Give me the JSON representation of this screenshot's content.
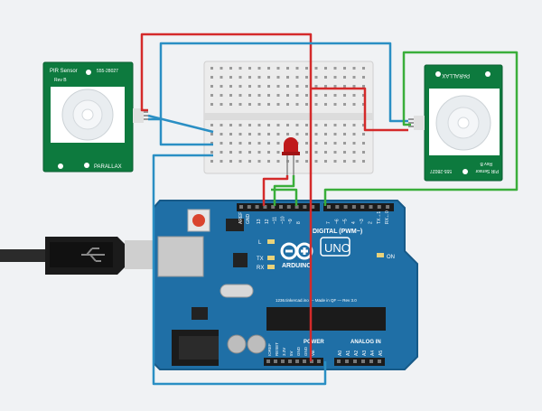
{
  "background": "#f0f2f4",
  "colors": {
    "wire_red": "#d42a2a",
    "wire_blue": "#2a8fc4",
    "wire_green": "#3aae3a",
    "board_blue": "#1f6fa6",
    "sensor_green": "#0d7a3e",
    "led_red": "#c0191b"
  },
  "pir_left": {
    "title": "PIR Sensor",
    "rev": "Rev B",
    "part": "555-28027",
    "brand": "PARALLAX",
    "icon": "pir-sensor-icon"
  },
  "pir_right": {
    "title": "PIR Sensor",
    "rev": "Rev B",
    "part": "555-28027",
    "brand": "PARALLAX",
    "icon": "pir-sensor-icon"
  },
  "arduino": {
    "brand": "ARDUINO",
    "model": "UNO",
    "digital_label": "DIGITAL (PWM~)",
    "analog_label": "ANALOG IN",
    "power_label": "POWER",
    "chip_text": "1236.tinkercad.ino — Made in QF — Rev 3.0",
    "on_label": "ON",
    "tx_label": "TX",
    "rx_label": "RX",
    "l_label": "L",
    "aref_label": "AREF",
    "gnd_label": "GND",
    "digital_pins": [
      "13",
      "12",
      "~11",
      "~10",
      "~9",
      "8",
      "7",
      "~6",
      "~5",
      "4",
      "~3",
      "2",
      "TX→1",
      "RX←0"
    ],
    "power_pins": [
      "IOREF",
      "RESET",
      "3.3V",
      "5V",
      "GND",
      "GND",
      "Vin"
    ],
    "analog_pins": [
      "A0",
      "A1",
      "A2",
      "A3",
      "A4",
      "A5"
    ]
  },
  "usb": {
    "icon": "usb-icon"
  },
  "led": {
    "color_name": "red"
  },
  "breadboard": {
    "name": "mini breadboard"
  }
}
